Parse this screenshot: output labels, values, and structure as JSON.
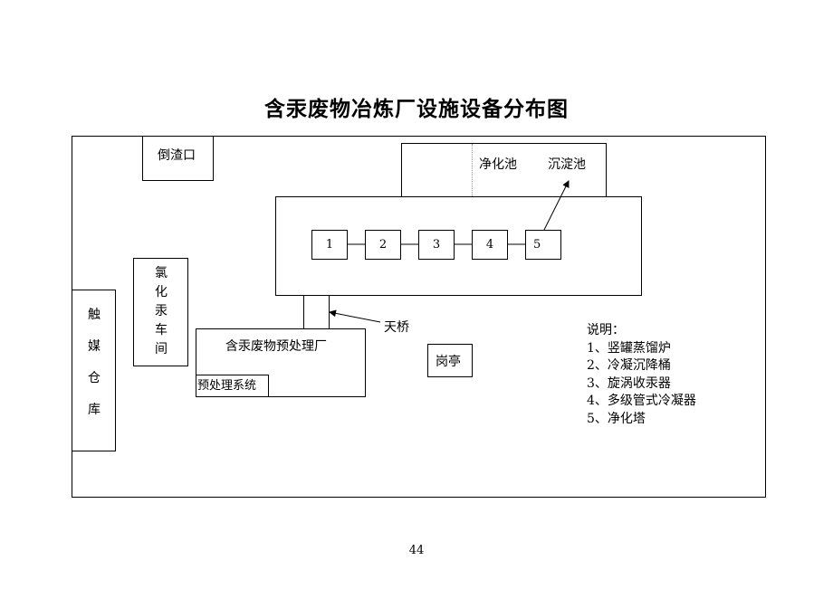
{
  "title": "含汞废物冶炼厂设施设备分布图",
  "labels": {
    "dumping_port": "倒渣口",
    "purification_pool": "净化池",
    "sedimentation_pool": "沉淀池",
    "bridge": "天桥",
    "pretreatment_plant": "含汞废物预处理厂",
    "pretreatment_system": "预处理系统",
    "guard_booth": "岗亭"
  },
  "vertical_labels": {
    "catalyst_warehouse": [
      "触",
      "媒",
      "仓",
      "库"
    ],
    "mercury_chloride_workshop": [
      "氯",
      "化",
      "汞",
      "车",
      "间"
    ]
  },
  "equipment_numbers": [
    "1",
    "2",
    "3",
    "4",
    "5"
  ],
  "legend": {
    "heading": "说明：",
    "items": [
      "1、竖罐蒸馏炉",
      "2、冷凝沉降桶",
      "3、旋涡收汞器",
      "4、多级管式冷凝器",
      "5、净化塔"
    ]
  },
  "page_number": "44"
}
